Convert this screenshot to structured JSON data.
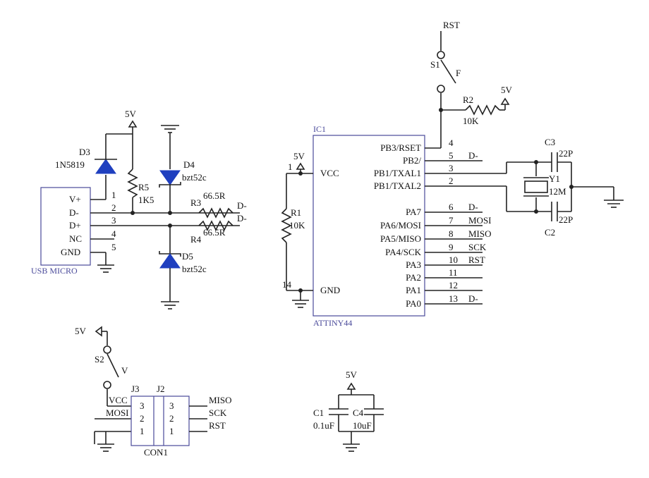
{
  "usb": {
    "name": "USB MICRO",
    "pins": [
      {
        "label": "V+",
        "num": "1"
      },
      {
        "label": "D-",
        "num": "2"
      },
      {
        "label": "D+",
        "num": "3"
      },
      {
        "label": "NC",
        "num": "4"
      },
      {
        "label": "GND",
        "num": "5"
      }
    ]
  },
  "parts": {
    "d3_ref": "D3",
    "d3_val": "1N5819",
    "r5_ref": "R5",
    "r5_val": "1K5",
    "d4_ref": "D4",
    "d4_val": "bzt52c",
    "d5_ref": "D5",
    "d5_val": "bzt52c",
    "r3_ref": "R3",
    "r3_val": "66.5R",
    "r4_ref": "R4",
    "r4_val": "66.5R",
    "r1_ref": "R1",
    "r1_val": "10K",
    "r2_ref": "R2",
    "r2_val": "10K",
    "s1_ref": "S1",
    "s1_mark": "F",
    "s2_ref": "S2",
    "s2_mark": "V",
    "c3_ref": "C3",
    "c3_val": "22P",
    "c2_ref": "C2",
    "c2_val": "22P",
    "y1_ref": "Y1",
    "y1_val": "12M",
    "c1_ref": "C1",
    "c1_val": "0.1uF",
    "c4_ref": "C4",
    "c4_val": "10uF",
    "j3_ref": "J3",
    "j2_ref": "J2",
    "con_ref": "CON1"
  },
  "nets": {
    "v5": "5V",
    "rst": "RST",
    "dminus": "D-",
    "dplus": "D-",
    "mosi": "MOSI",
    "miso": "MISO",
    "sck": "SCK",
    "vcc": "VCC"
  },
  "ic": {
    "ref": "IC1",
    "part": "ATTINY44",
    "vcc_label": "VCC",
    "vcc_num": "1",
    "gnd_label": "GND",
    "gnd_num": "14",
    "pins": [
      {
        "name": "PB3/RSET",
        "num": "4",
        "net": ""
      },
      {
        "name": "PB2/",
        "num": "5",
        "net": "D-"
      },
      {
        "name": "PB1/TXAL1",
        "num": "3",
        "net": ""
      },
      {
        "name": "PB1/TXAL2",
        "num": "2",
        "net": ""
      },
      {
        "name": "PA7",
        "num": "6",
        "net": "D-"
      },
      {
        "name": "PA6/MOSI",
        "num": "7",
        "net": "MOSI"
      },
      {
        "name": "PA5/MISO",
        "num": "8",
        "net": "MISO"
      },
      {
        "name": "PA4/SCK",
        "num": "9",
        "net": "SCK"
      },
      {
        "name": "PA3",
        "num": "10",
        "net": "RST"
      },
      {
        "name": "PA2",
        "num": "11",
        "net": ""
      },
      {
        "name": "PA1",
        "num": "12",
        "net": ""
      },
      {
        "name": "PA0",
        "num": "13",
        "net": "D-"
      }
    ]
  },
  "con": {
    "left": [
      "3",
      "2",
      "1"
    ],
    "right": [
      "3",
      "2",
      "1"
    ],
    "left_nets": [
      "VCC",
      "MOSI"
    ],
    "right_nets": [
      "MISO",
      "SCK",
      "RST"
    ]
  }
}
